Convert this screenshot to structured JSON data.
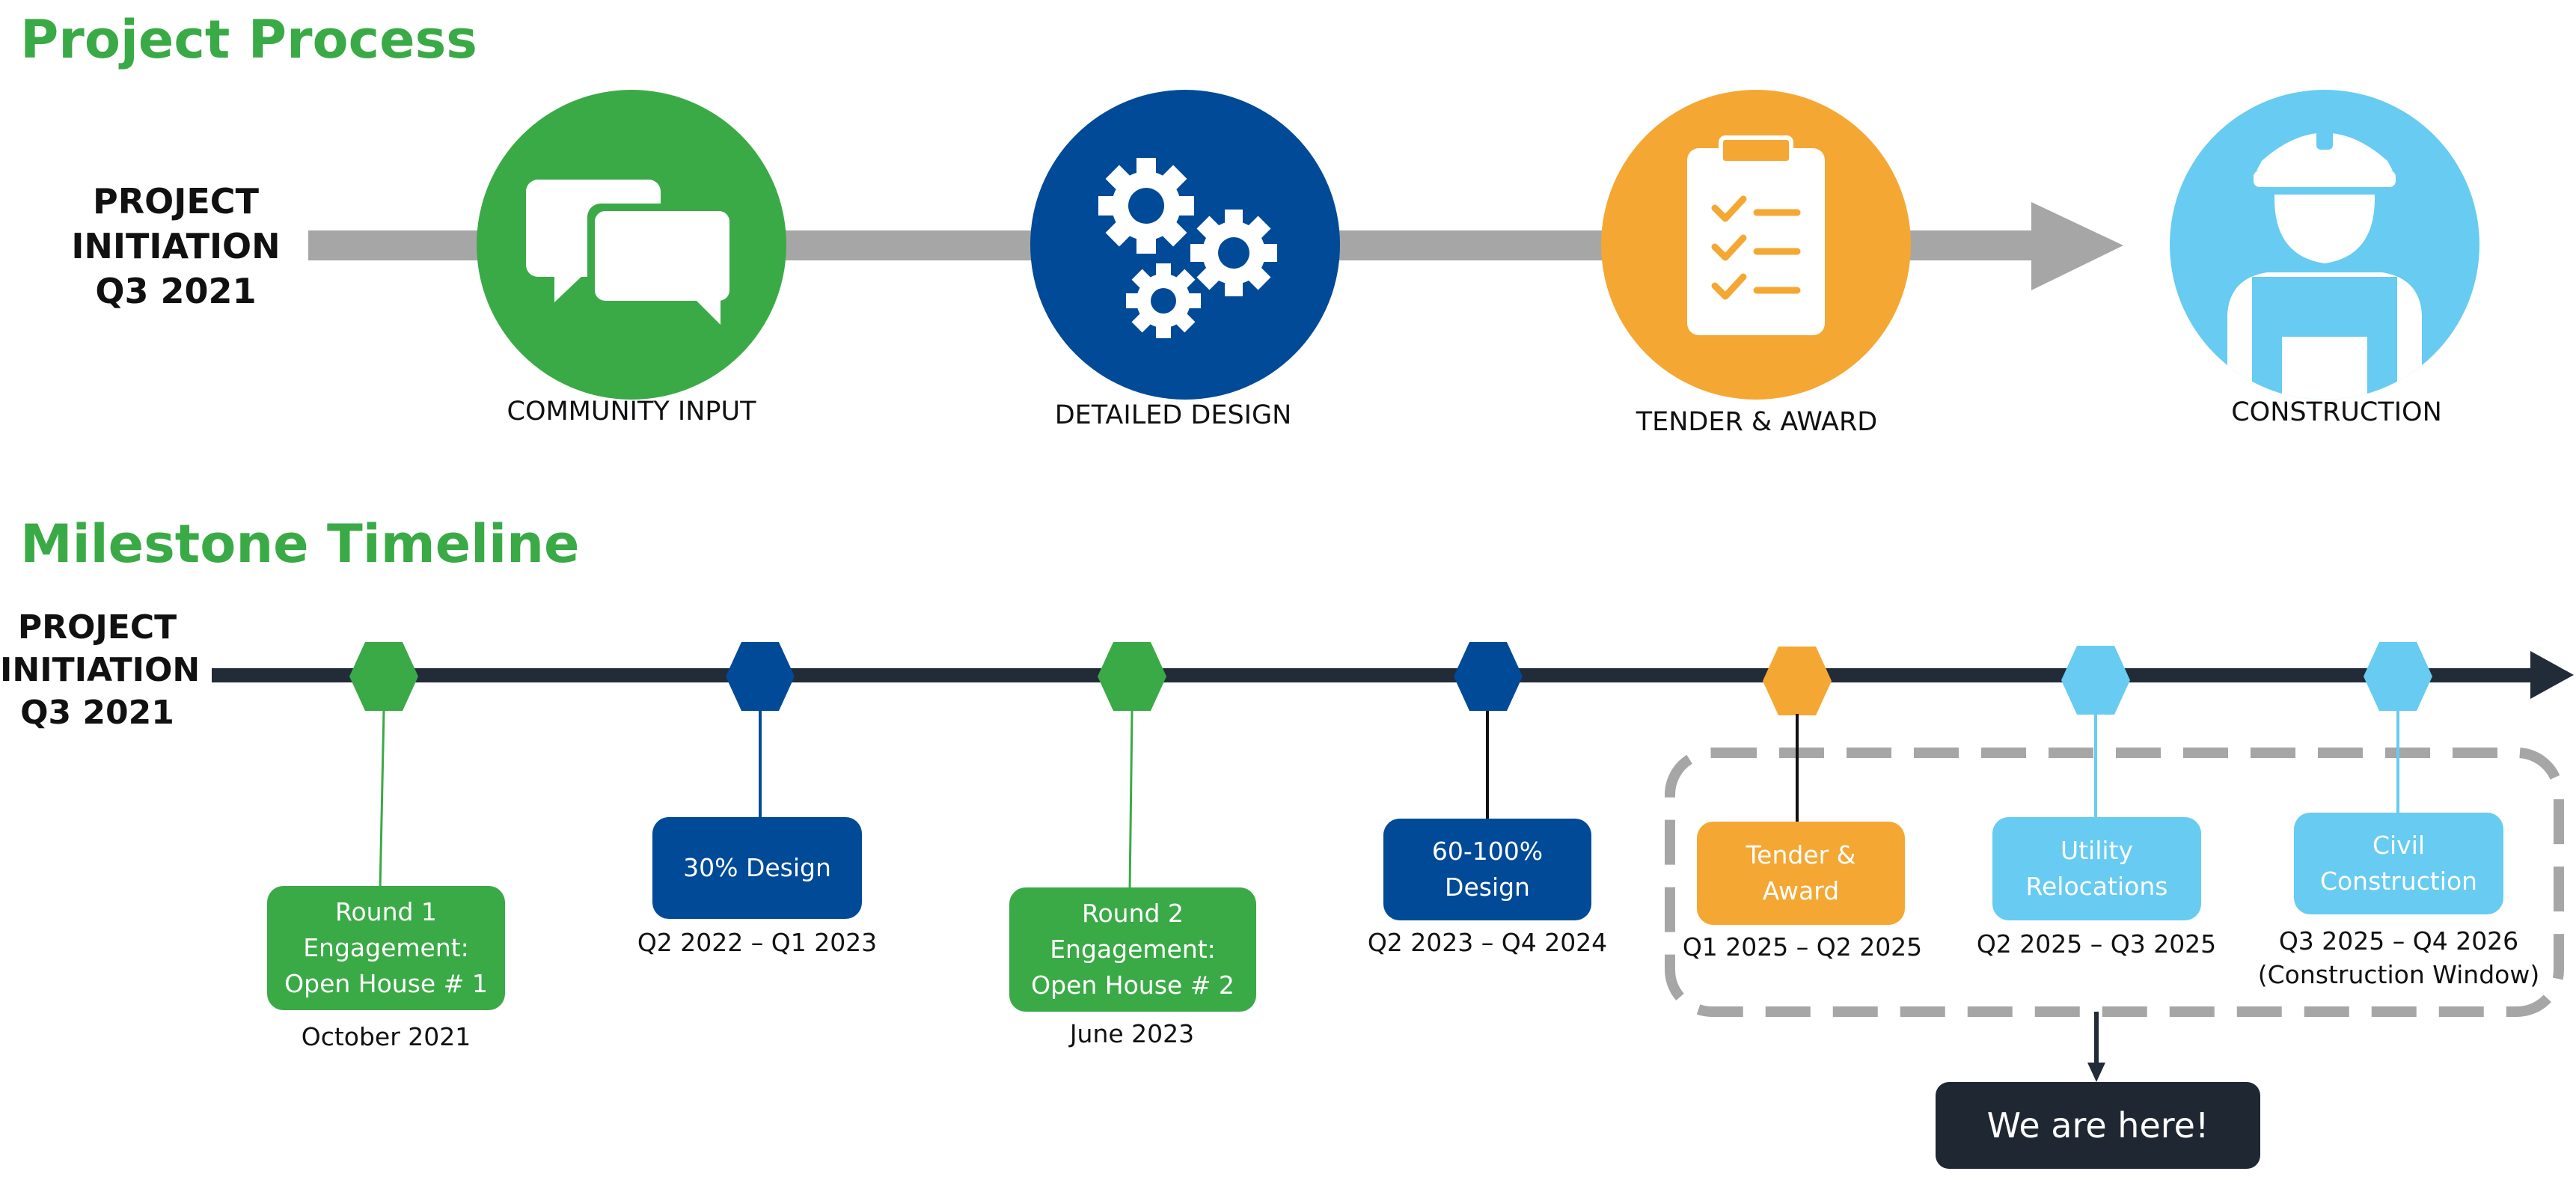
{
  "process": {
    "title": "Project Process",
    "initiation": [
      "PROJECT",
      "INITIATION",
      "Q3 2021"
    ],
    "steps": [
      {
        "label": "COMMUNITY INPUT",
        "icon": "chat-bubbles-icon",
        "color": "#3aaa47"
      },
      {
        "label": "DETAILED DESIGN",
        "icon": "gears-icon",
        "color": "#004a98"
      },
      {
        "label": "TENDER & AWARD",
        "icon": "clipboard-checklist-icon",
        "color": "#f5a733"
      },
      {
        "label": "CONSTRUCTION",
        "icon": "construction-worker-icon",
        "color": "#67cbf2"
      }
    ],
    "arrow_color": "#a6a6a6"
  },
  "timeline": {
    "title": "Milestone Timeline",
    "initiation": [
      "PROJECT",
      "INITIATION",
      "Q3 2021"
    ],
    "axis_color": "#222b38",
    "milestones": [
      {
        "lines": [
          "Round 1",
          "Engagement:",
          "Open House # 1"
        ],
        "date": [
          "October 2021"
        ],
        "color": "#3aaa47"
      },
      {
        "lines": [
          "30% Design"
        ],
        "date": [
          "Q2 2022 – Q1 2023"
        ],
        "color": "#004a98"
      },
      {
        "lines": [
          "Round 2",
          "Engagement:",
          "Open House # 2"
        ],
        "date": [
          "June 2023"
        ],
        "color": "#3aaa47"
      },
      {
        "lines": [
          "60-100%",
          "Design"
        ],
        "date": [
          "Q2 2023 – Q4 2024"
        ],
        "color": "#004a98"
      },
      {
        "lines": [
          "Tender &",
          "Award"
        ],
        "date": [
          "Q1 2025 – Q2 2025"
        ],
        "color": "#f5a733"
      },
      {
        "lines": [
          "Utility",
          "Relocations"
        ],
        "date": [
          "Q2 2025 – Q3 2025"
        ],
        "color": "#67cbf2"
      },
      {
        "lines": [
          "Civil",
          "Construction"
        ],
        "date": [
          "Q3 2025 – Q4 2026",
          "(Construction Window)"
        ],
        "color": "#67cbf2"
      }
    ],
    "current": "We are here!"
  }
}
